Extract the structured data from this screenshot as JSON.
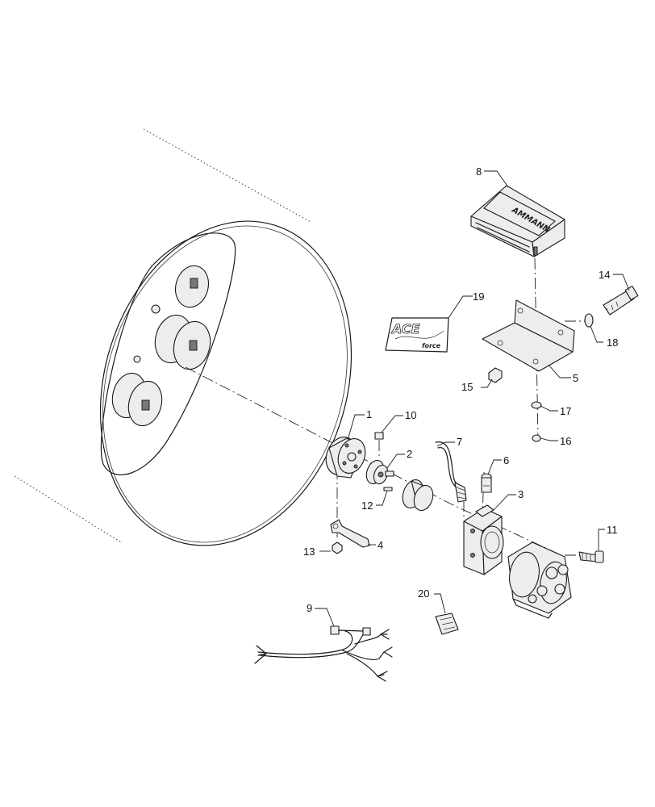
{
  "diagram": {
    "callouts": [
      {
        "id": "c1",
        "label": "1"
      },
      {
        "id": "c2",
        "label": "2"
      },
      {
        "id": "c3",
        "label": "3"
      },
      {
        "id": "c4",
        "label": "4"
      },
      {
        "id": "c5",
        "label": "5"
      },
      {
        "id": "c6",
        "label": "6"
      },
      {
        "id": "c7",
        "label": "7"
      },
      {
        "id": "c8",
        "label": "8"
      },
      {
        "id": "c9",
        "label": "9"
      },
      {
        "id": "c10",
        "label": "10"
      },
      {
        "id": "c11",
        "label": "11"
      },
      {
        "id": "c12",
        "label": "12"
      },
      {
        "id": "c13",
        "label": "13"
      },
      {
        "id": "c14",
        "label": "14"
      },
      {
        "id": "c15",
        "label": "15"
      },
      {
        "id": "c16",
        "label": "16"
      },
      {
        "id": "c17",
        "label": "17"
      },
      {
        "id": "c18",
        "label": "18"
      },
      {
        "id": "c19",
        "label": "19"
      },
      {
        "id": "c20",
        "label": "20"
      }
    ],
    "logos": {
      "ace_main": "ACE",
      "ace_sub": "force",
      "brand": "AMMANN"
    },
    "colors": {
      "line": "#1a1a1a",
      "fill_light": "#ededed",
      "fill_dark": "#777777",
      "background": "#ffffff"
    }
  }
}
